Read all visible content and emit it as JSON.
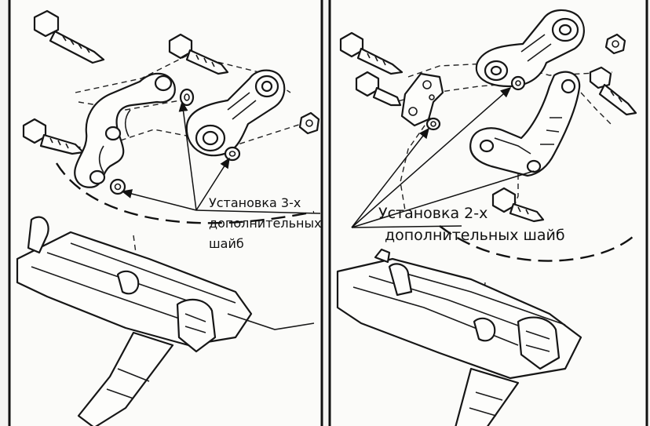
{
  "left_panel": {
    "callout_line1": "Установка 3-х",
    "callout_line2": "дополнительных",
    "callout_line3": "шайб"
  },
  "right_panel": {
    "callout_line1": "Установка 2-х",
    "callout_line2": "дополнительных шайб"
  },
  "colors": {
    "ink": "#111111",
    "paper": "#fbfbf9"
  }
}
